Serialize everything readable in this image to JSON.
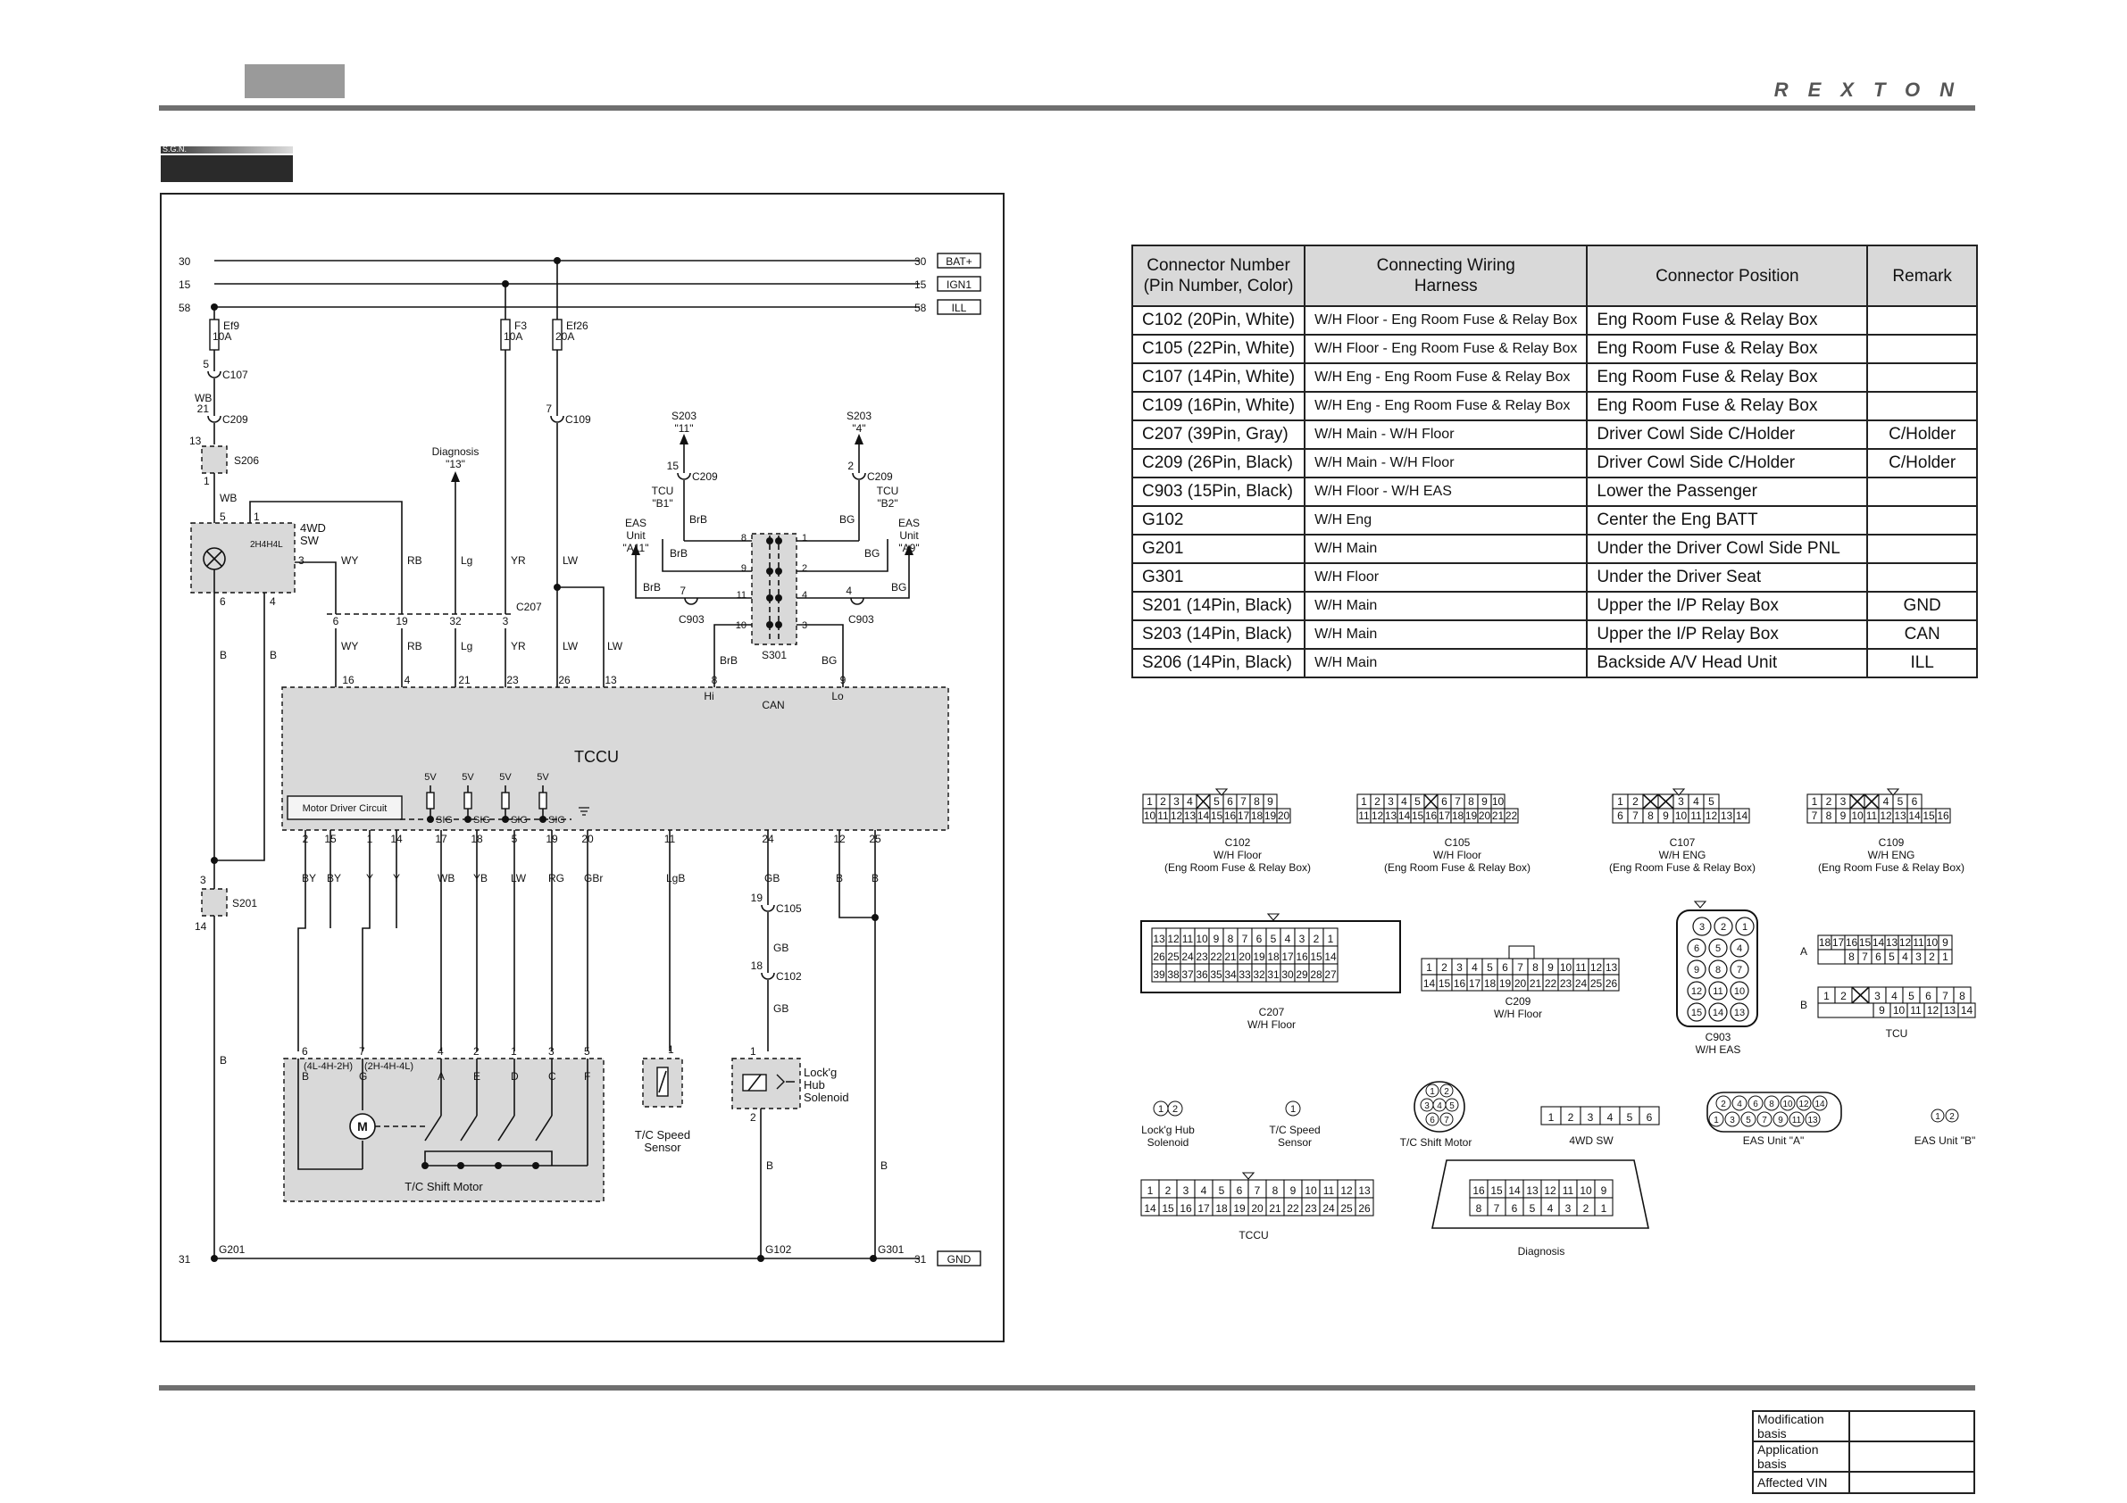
{
  "header": {
    "brand": "REXTON",
    "section_label": "S.G.N."
  },
  "diagram": {
    "rails": [
      {
        "left": "30",
        "right": "30",
        "tag": "BAT+"
      },
      {
        "left": "15",
        "right": "15",
        "tag": "IGN1"
      },
      {
        "left": "58",
        "right": "58",
        "tag": "ILL"
      }
    ],
    "ground": {
      "left": "31",
      "right": "31",
      "tag": "GND"
    },
    "fuses": [
      {
        "name": "Ef9",
        "rating": "10A"
      },
      {
        "name": "F3",
        "rating": "10A"
      },
      {
        "name": "Ef26",
        "rating": "20A"
      }
    ],
    "tccu": {
      "label": "TCCU",
      "can": "CAN",
      "hi": "Hi",
      "lo": "Lo",
      "motor_driver": "Motor Driver Circuit",
      "supply": "5V",
      "sig": "SIG"
    },
    "components": {
      "wd_switch": [
        "4WD",
        "SW"
      ],
      "wd_positions": "2H4H4L",
      "diagnosis": [
        "Diagnosis",
        "\"13\""
      ],
      "s203_left": [
        "S203",
        "\"11\""
      ],
      "s203_right": [
        "S203",
        "\"4\""
      ],
      "tcu_left": [
        "TCU",
        "\"B1\""
      ],
      "tcu_right": [
        "TCU",
        "\"B2\""
      ],
      "eas_left": [
        "EAS",
        "Unit",
        "\"A11\""
      ],
      "eas_right": [
        "EAS",
        "Unit",
        "\"A9\""
      ],
      "splice_s301": "S301",
      "motor_symbol": "M",
      "motor_modes_left": "(4L-4H-2H)",
      "motor_modes_right": "(2H-4H-4L)",
      "shift_motor": "T/C Shift Motor",
      "speed_sensor": [
        "T/C Speed",
        "Sensor"
      ],
      "hub_solenoid": [
        "Lock'g",
        "Hub",
        "Solenoid"
      ]
    },
    "connector_refs": {
      "c107": "C107",
      "c209": "C209",
      "c109": "C109",
      "s206": "S206",
      "c207": "C207",
      "c903": "C903",
      "s201": "S201",
      "c105": "C105",
      "c102": "C102",
      "g201": "G201",
      "g102": "G102",
      "g301": "G301"
    },
    "pins": {
      "c107": "5",
      "c209a": "21",
      "s206_top": "13",
      "s206_bot": "1",
      "sw_5": "5",
      "sw_1": "1",
      "sw_3": "3",
      "sw_6": "6",
      "sw_4": "4",
      "c109": "7",
      "c209_15": "15",
      "c209_2": "2",
      "s301_8": "8",
      "s301_1": "1",
      "s301_9": "9",
      "s301_2": "2",
      "s301_11": "11",
      "s301_4": "4",
      "s301_10": "10",
      "s301_3": "3",
      "c903_7": "7",
      "c903_4": "4",
      "c207": [
        "6",
        "19",
        "32",
        "3"
      ],
      "tccu_top": [
        "16",
        "4",
        "21",
        "23",
        "26",
        "13",
        "8",
        "9"
      ],
      "tccu_bottom": [
        "2",
        "15",
        "1",
        "14",
        "17",
        "18",
        "5",
        "19",
        "20",
        "11",
        "24",
        "12",
        "25"
      ],
      "s201_top": "3",
      "s201_bot": "14",
      "c105": "19",
      "c102": "18",
      "motor": [
        "6",
        "7",
        "4",
        "2",
        "1",
        "3",
        "5"
      ],
      "motor_letters": [
        "B",
        "G",
        "A",
        "E",
        "D",
        "C",
        "F"
      ],
      "sensor": "1",
      "solenoid_top": "1",
      "solenoid_bot": "2"
    },
    "wire_colors": {
      "wb": "WB",
      "wy": "WY",
      "rb": "RB",
      "lg": "Lg",
      "yr": "YR",
      "lw": "LW",
      "b": "B",
      "brb": "BrB",
      "bg": "BG",
      "by": "BY",
      "y": "Y",
      "yb": "YB",
      "rg": "RG",
      "gbr": "GBr",
      "lgb": "LgB",
      "gb": "GB"
    }
  },
  "connector_table": {
    "headers": [
      "Connector Number\n(Pin Number, Color)",
      "Connecting Wiring\nHarness",
      "Connector Position",
      "Remark"
    ],
    "rows": [
      [
        "C102 (20Pin, White)",
        "W/H Floor - Eng Room Fuse & Relay Box",
        "Eng Room Fuse & Relay Box",
        ""
      ],
      [
        "C105 (22Pin, White)",
        "W/H Floor - Eng Room Fuse & Relay Box",
        "Eng Room Fuse & Relay Box",
        ""
      ],
      [
        "C107 (14Pin, White)",
        "W/H Eng - Eng Room Fuse & Relay Box",
        "Eng Room Fuse & Relay Box",
        ""
      ],
      [
        "C109 (16Pin, White)",
        "W/H Eng - Eng Room Fuse & Relay Box",
        "Eng Room Fuse & Relay Box",
        ""
      ],
      [
        "C207 (39Pin, Gray)",
        "W/H Main - W/H Floor",
        "Driver Cowl Side C/Holder",
        "C/Holder"
      ],
      [
        "C209 (26Pin, Black)",
        "W/H Main - W/H Floor",
        "Driver Cowl Side C/Holder",
        "C/Holder"
      ],
      [
        "C903 (15Pin, Black)",
        "W/H Floor - W/H EAS",
        "Lower the Passenger",
        ""
      ],
      [
        "G102",
        "W/H Eng",
        "Center the Eng BATT",
        ""
      ],
      [
        "G201",
        "W/H Main",
        "Under the Driver Cowl Side PNL",
        ""
      ],
      [
        "G301",
        "W/H Floor",
        "Under the Driver Seat",
        ""
      ],
      [
        "S201 (14Pin, Black)",
        "W/H Main",
        "Upper the I/P Relay Box",
        "GND"
      ],
      [
        "S203 (14Pin, Black)",
        "W/H Main",
        "Upper the I/P Relay Box",
        "CAN"
      ],
      [
        "S206 (14Pin, Black)",
        "W/H Main",
        "Backside A/V Head Unit",
        "ILL"
      ]
    ]
  },
  "connector_faces": {
    "c102": {
      "rows": [
        [
          "1",
          "2",
          "3",
          "4",
          "",
          "5",
          "6",
          "7",
          "8",
          "9"
        ],
        [
          "10",
          "11",
          "12",
          "13",
          "14",
          "15",
          "16",
          "17",
          "18",
          "19",
          "20"
        ]
      ],
      "caption": [
        "C102",
        "W/H Floor",
        "(Eng Room Fuse & Relay Box)"
      ]
    },
    "c105": {
      "rows": [
        [
          "1",
          "2",
          "3",
          "4",
          "5",
          "",
          "6",
          "7",
          "8",
          "9",
          "10"
        ],
        [
          "11",
          "12",
          "13",
          "14",
          "15",
          "16",
          "17",
          "18",
          "19",
          "20",
          "21",
          "22"
        ]
      ],
      "caption": [
        "C105",
        "W/H Floor",
        "(Eng Room Fuse & Relay Box)"
      ]
    },
    "c107": {
      "rows": [
        [
          "1",
          "2",
          "",
          "",
          "3",
          "4",
          "5"
        ],
        [
          "6",
          "7",
          "8",
          "9",
          "10",
          "11",
          "12",
          "13",
          "14"
        ]
      ],
      "caption": [
        "C107",
        "W/H ENG",
        "(Eng Room Fuse & Relay Box)"
      ]
    },
    "c109": {
      "rows": [
        [
          "1",
          "2",
          "3",
          "",
          "",
          "4",
          "5",
          "6"
        ],
        [
          "7",
          "8",
          "9",
          "10",
          "11",
          "12",
          "13",
          "14",
          "15",
          "16"
        ]
      ],
      "caption": [
        "C109",
        "W/H ENG",
        "(Eng Room Fuse & Relay Box)"
      ]
    },
    "c207": {
      "rows": [
        [
          "13",
          "12",
          "11",
          "10",
          "9",
          "8",
          "7",
          "6",
          "5",
          "4",
          "3",
          "2",
          "1"
        ],
        [
          "26",
          "25",
          "24",
          "23",
          "22",
          "21",
          "20",
          "19",
          "18",
          "17",
          "16",
          "15",
          "14"
        ],
        [
          "39",
          "38",
          "37",
          "36",
          "35",
          "34",
          "33",
          "32",
          "31",
          "30",
          "29",
          "28",
          "27"
        ]
      ],
      "caption": [
        "C207",
        "W/H Floor"
      ]
    },
    "c209": {
      "rows": [
        [
          "1",
          "2",
          "3",
          "4",
          "5",
          "6",
          "7",
          "8",
          "9",
          "10",
          "11",
          "12",
          "13"
        ],
        [
          "14",
          "15",
          "16",
          "17",
          "18",
          "19",
          "20",
          "21",
          "22",
          "23",
          "24",
          "25",
          "26"
        ]
      ],
      "caption": [
        "C209",
        "W/H Floor"
      ]
    },
    "c903": {
      "rows": [
        [
          "3",
          "2",
          "1"
        ],
        [
          "6",
          "5",
          "4"
        ],
        [
          "9",
          "8",
          "7"
        ],
        [
          "12",
          "11",
          "10"
        ],
        [
          "15",
          "14",
          "13"
        ]
      ],
      "caption": [
        "C903",
        "W/H EAS"
      ]
    },
    "tcu": {
      "row_a": [
        "18",
        "17",
        "16",
        "15",
        "14",
        "13",
        "12",
        "11",
        "10",
        "9"
      ],
      "row_a2": [
        "8",
        "7",
        "6",
        "5",
        "4",
        "3",
        "2",
        "1"
      ],
      "row_b": [
        "1",
        "2",
        "",
        "3",
        "4",
        "5",
        "6",
        "7",
        "8"
      ],
      "row_b2": [
        "9",
        "10",
        "11",
        "12",
        "13",
        "14"
      ],
      "label_a": "A",
      "label_b": "B",
      "caption": [
        "TCU"
      ]
    },
    "hub_solenoid": {
      "pins": [
        "1",
        "2"
      ],
      "caption": [
        "Lock'g Hub",
        "Solenoid"
      ]
    },
    "speed_sensor": {
      "pins": [
        "1"
      ],
      "caption": [
        "T/C Speed",
        "Sensor"
      ]
    },
    "shift_motor": {
      "pins": [
        "1",
        "2",
        "3",
        "4",
        "5",
        "6",
        "7"
      ],
      "caption": [
        "T/C Shift Motor"
      ]
    },
    "wd_sw": {
      "pins": [
        "1",
        "2",
        "3",
        "4",
        "5",
        "6"
      ],
      "caption": [
        "4WD SW"
      ]
    },
    "eas_a": {
      "row1": [
        "2",
        "4",
        "6",
        "8",
        "10",
        "12",
        "14"
      ],
      "row2": [
        "1",
        "3",
        "5",
        "7",
        "9",
        "11",
        "13"
      ],
      "caption": [
        "EAS Unit \"A\""
      ]
    },
    "eas_b": {
      "pins": [
        "1",
        "2"
      ],
      "caption": [
        "EAS Unit \"B\""
      ]
    },
    "tccu": {
      "rows": [
        [
          "1",
          "2",
          "3",
          "4",
          "5",
          "6",
          "7",
          "8",
          "9",
          "10",
          "11",
          "12",
          "13"
        ],
        [
          "14",
          "15",
          "16",
          "17",
          "18",
          "19",
          "20",
          "21",
          "22",
          "23",
          "24",
          "25",
          "26"
        ]
      ],
      "caption": [
        "TCCU"
      ]
    },
    "diagnosis": {
      "rows": [
        [
          "16",
          "15",
          "14",
          "13",
          "12",
          "11",
          "10",
          "9"
        ],
        [
          "8",
          "7",
          "6",
          "5",
          "4",
          "3",
          "2",
          "1"
        ]
      ],
      "caption": [
        "Diagnosis"
      ]
    }
  },
  "modification_table": {
    "rows": [
      [
        "Modification basis",
        ""
      ],
      [
        "Application basis",
        ""
      ],
      [
        "Affected VIN",
        ""
      ]
    ]
  },
  "colors": {
    "shade": "#d9d9d9",
    "rule": "#6f6f6f",
    "line": "#111111"
  }
}
